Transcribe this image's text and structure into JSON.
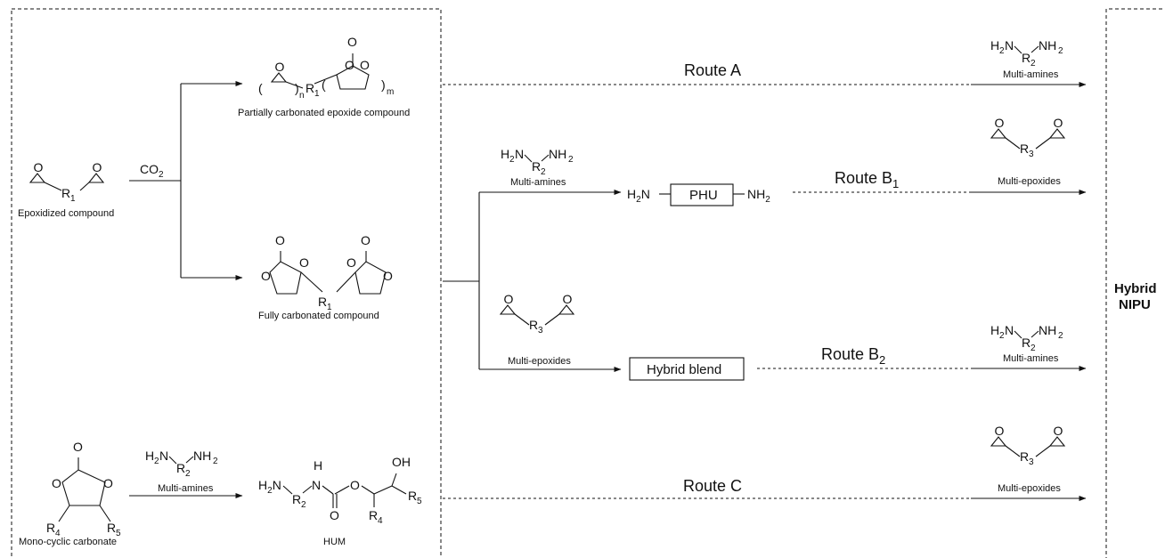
{
  "labels": {
    "epoxidized": "Epoxidized compound",
    "partially_carbonated": "Partially carbonated epoxide compound",
    "fully_carbonated": "Fully carbonated compound",
    "mono_cyclic": "Mono-cyclic carbonate",
    "hum": "HUM"
  },
  "reagents": {
    "co2": "CO",
    "co2_sub": "2",
    "multi_amines": "Multi-amines",
    "multi_epoxides": "Multi-epoxides"
  },
  "atoms": {
    "O": "O",
    "R": "R",
    "n": "n",
    "m": "m",
    "H": "H",
    "N": "N",
    "OH": "OH",
    "H2N": "H",
    "H2N_sub": "2",
    "H2N_tail": "N",
    "NH2": "NH",
    "NH2_sub": "2",
    "r1": "1",
    "r2": "2",
    "r3": "3",
    "r4": "4",
    "r5": "5"
  },
  "routes": {
    "a": "Route A",
    "b1": "Route B",
    "b1_sub": "1",
    "b2": "Route B",
    "b2_sub": "2",
    "c": "Route C"
  },
  "boxes": {
    "phu": "PHU",
    "hybrid_blend": "Hybrid blend"
  },
  "product": {
    "line1": "Hybrid",
    "line2": "NIPU"
  }
}
